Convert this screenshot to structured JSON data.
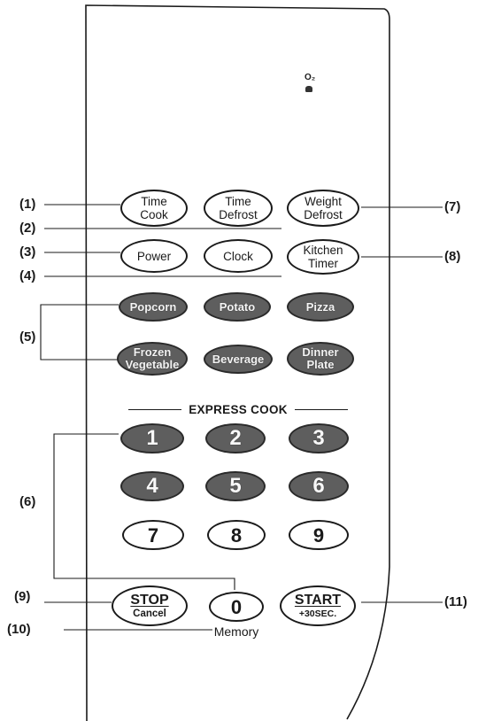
{
  "indicator": {
    "label": "O₂",
    "icon": "lamp-indicator-icon"
  },
  "express_cook_label": "EXPRESS COOK",
  "memory_label": "Memory",
  "callouts": {
    "c1": "(1)",
    "c2": "(2)",
    "c3": "(3)",
    "c4": "(4)",
    "c5": "(5)",
    "c6": "(6)",
    "c7": "(7)",
    "c8": "(8)",
    "c9": "(9)",
    "c10": "(10)",
    "c11": "(11)"
  },
  "buttons": {
    "time_cook": [
      "Time",
      "Cook"
    ],
    "time_defrost": [
      "Time",
      "Defrost"
    ],
    "weight_defrost": [
      "Weight",
      "Defrost"
    ],
    "power": "Power",
    "clock": "Clock",
    "kitchen_timer": [
      "Kitchen",
      "Timer"
    ],
    "popcorn": "Popcorn",
    "potato": "Potato",
    "pizza": "Pizza",
    "frozen_vegetable": [
      "Frozen",
      "Vegetable"
    ],
    "beverage": "Beverage",
    "dinner_plate": [
      "Dinner",
      "Plate"
    ],
    "digits": [
      "1",
      "2",
      "3",
      "4",
      "5",
      "6",
      "7",
      "8",
      "9",
      "0"
    ],
    "stop": {
      "top": "STOP",
      "bottom": "Cancel"
    },
    "start": {
      "top": "START",
      "bottom": "+30SEC."
    }
  },
  "colors": {
    "dark_button": "#5e5e5e",
    "ink": "#1a1a1a",
    "panel": "#ffffff"
  }
}
